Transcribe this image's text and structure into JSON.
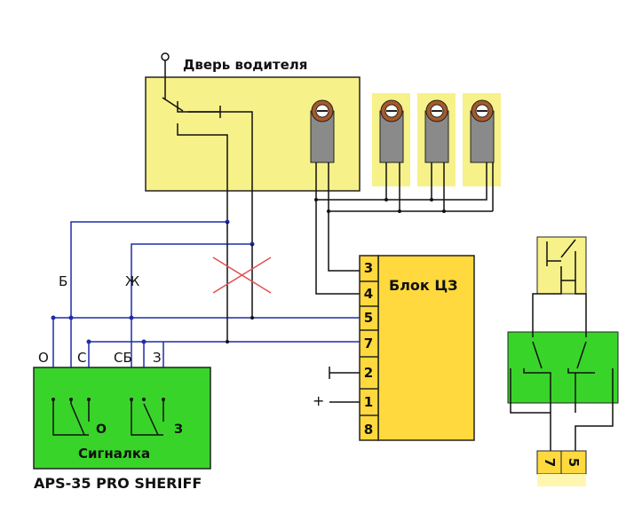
{
  "door": {
    "title": "Дверь водителя"
  },
  "cz_block": {
    "title": "Блок ЦЗ",
    "pins": [
      "3",
      "4",
      "5",
      "7",
      "2",
      "1",
      "8"
    ]
  },
  "wires": {
    "left_label": "Б",
    "right_label": "Ж"
  },
  "alarm": {
    "label": "Сигналка",
    "model": "APS-35 PRO SHERIFF",
    "terminals": [
      "О",
      "С",
      "СБ",
      "З"
    ],
    "relay_o": "О",
    "relay_z": "З"
  },
  "power": {
    "plus": "+"
  },
  "relay_connector": {
    "pins": [
      "7",
      "5"
    ]
  },
  "colors": {
    "yellow_block": "#f7f189",
    "cz_yellow": "#ffd93d",
    "green": "#39d42a",
    "wire_blue": "#1e2da6",
    "cross_red": "#e05050"
  }
}
